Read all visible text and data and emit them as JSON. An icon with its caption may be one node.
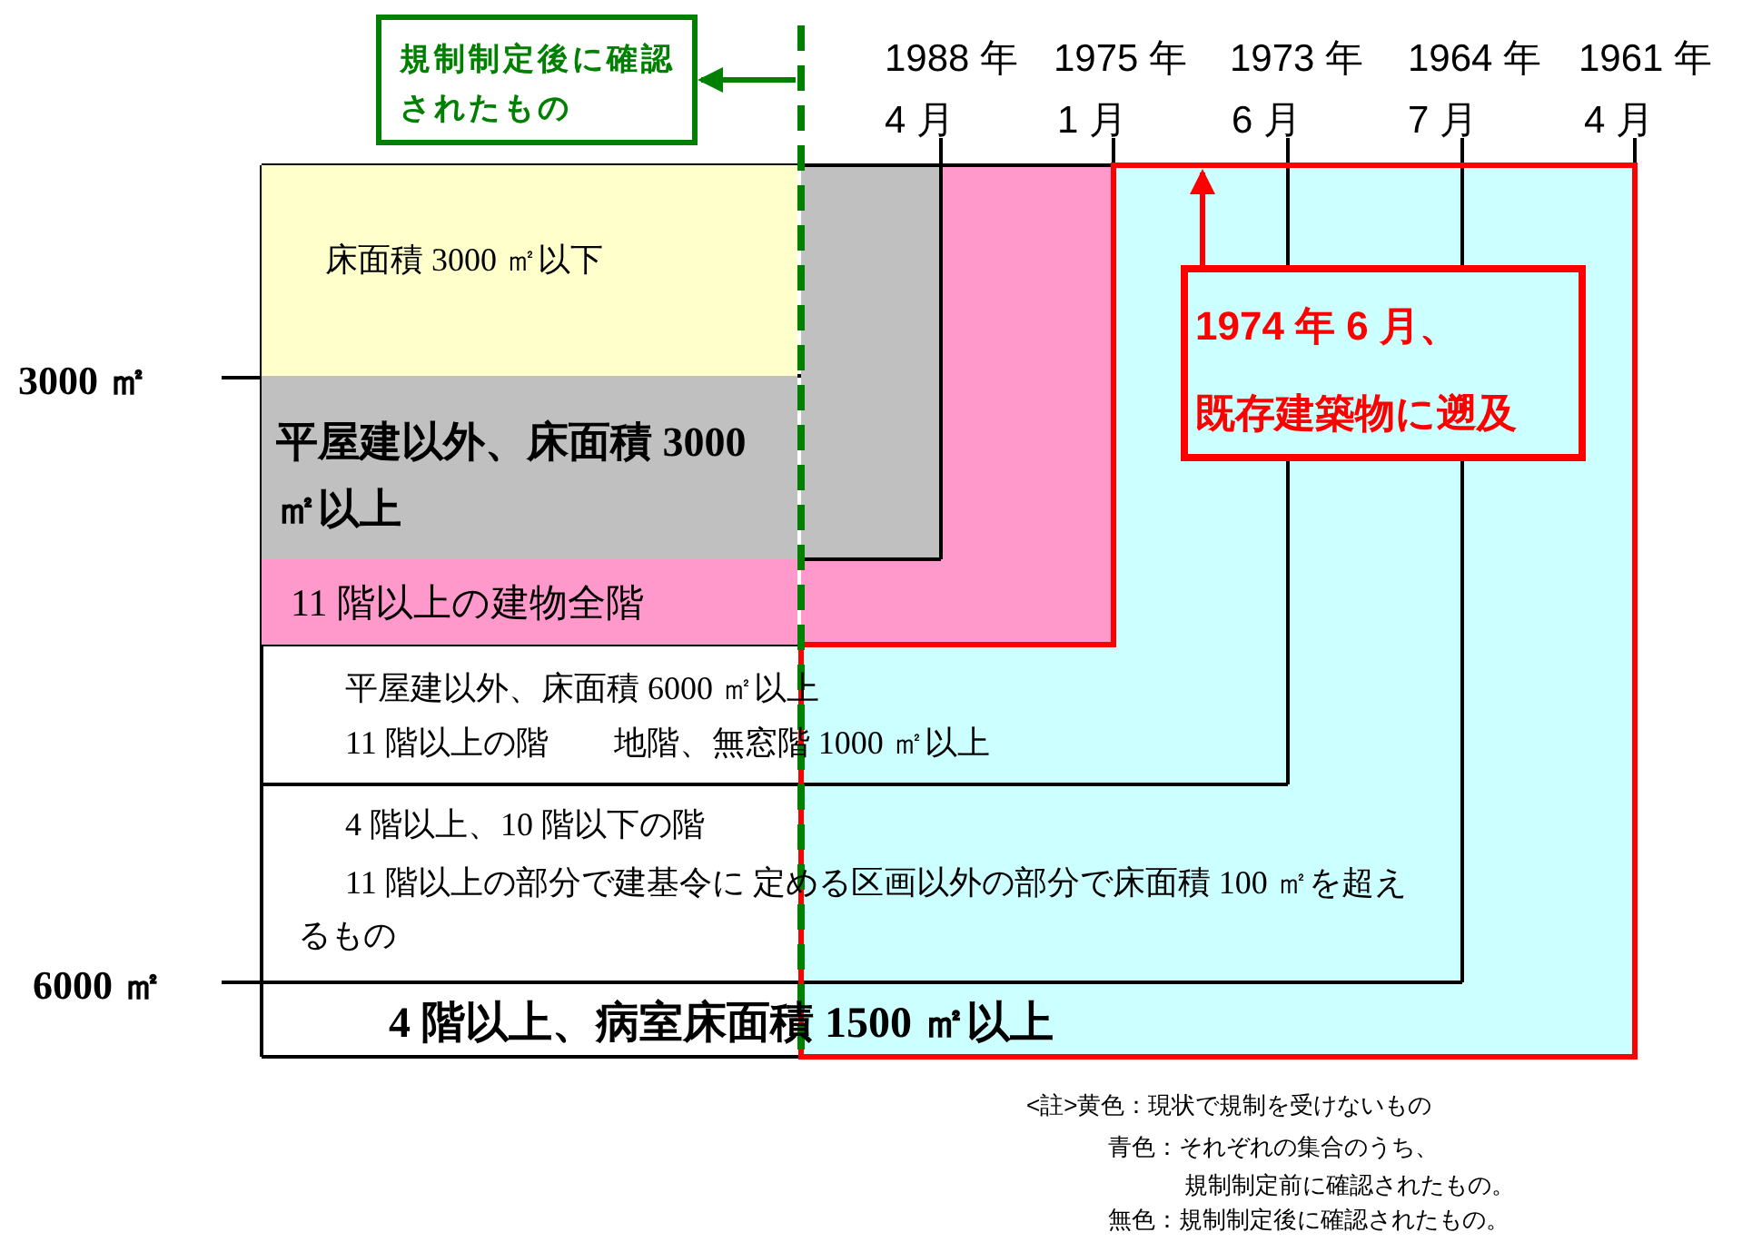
{
  "diagram": {
    "nodes": [
      {
        "text": [
          "床面積 3000 ㎡以下"
        ]
      },
      {
        "text": [
          "平屋建以外、床面積 3000 ㎡以上"
        ]
      },
      {
        "text": [
          "11 階以上の建物全階"
        ]
      },
      {
        "text": [
          "平屋建以外、床面積 6000 ㎡以上",
          "11 階以上の階　　地階、無窓階 1000 ㎡以上"
        ]
      },
      {
        "text": [
          "4 階以上、10 階以下の階",
          "11 階以上の部分で建基令に 定める区画以外の部分で床面積 100 ㎡を超えるもの"
        ]
      },
      {
        "text": [
          "4 階以上、病室床面積 1500 ㎡以上"
        ]
      },
      {
        "text": [
          "規制制定後に確認されたもの"
        ]
      },
      {
        "text": [
          "1974 年 6 月、既存建築物に遡及"
        ]
      }
    ],
    "edges": [
      {
        "from": null,
        "to": 6,
        "arrow": "to",
        "color": "#008000"
      },
      {
        "from": 7,
        "to": null,
        "arrow": "to",
        "color": "#ff0000"
      }
    ],
    "labels": [
      "1988 年",
      "1975 年",
      "1973 年",
      "1964 年",
      "1961 年",
      "4 月",
      "1 月",
      "6 月",
      "7 月",
      "4 月",
      "3000 ㎡",
      "6000 ㎡",
      "<註>黄色：現状で規制を受けないもの",
      "青色：それぞれの集合のうち、規制制定前に確認されたもの。",
      "無色：規制制定後に確認されたもの。"
    ]
  }
}
